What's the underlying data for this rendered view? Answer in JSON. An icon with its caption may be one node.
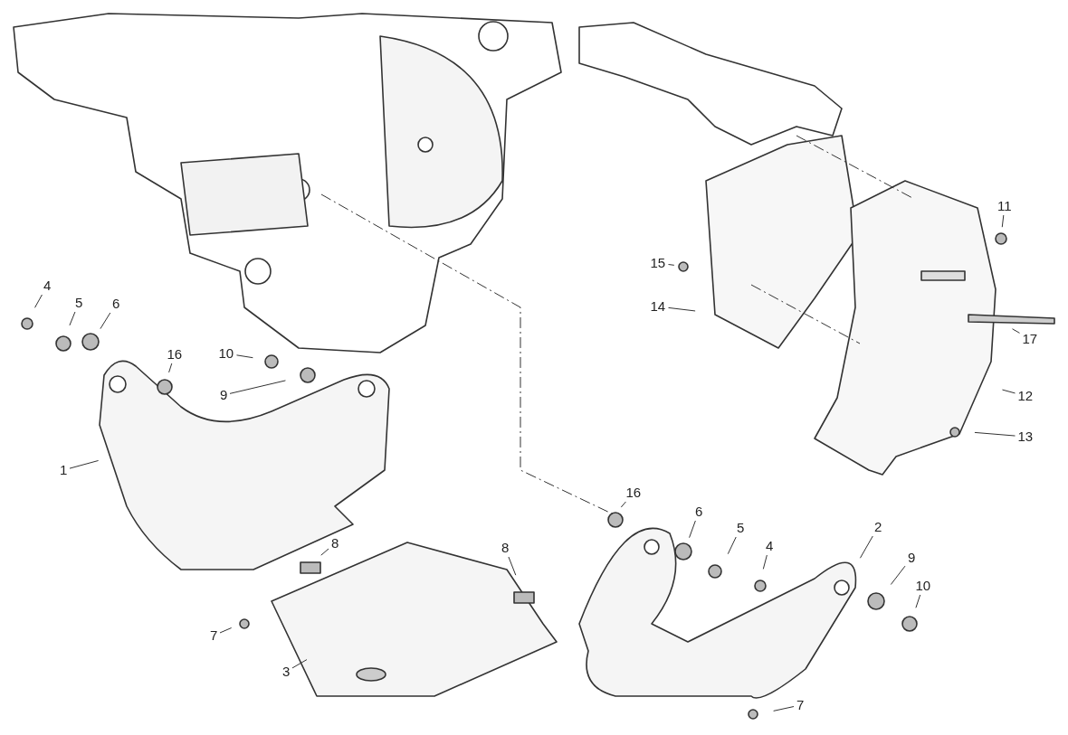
{
  "diagram": {
    "nodes": [
      {
        "text": [
          "11"
        ]
      },
      {
        "text": [
          "15"
        ]
      },
      {
        "text": [
          "4"
        ]
      },
      {
        "text": [
          "5"
        ]
      },
      {
        "text": [
          "6"
        ]
      },
      {
        "text": [
          "14"
        ]
      },
      {
        "text": [
          "17"
        ]
      },
      {
        "text": [
          "10"
        ]
      },
      {
        "text": [
          "16"
        ]
      },
      {
        "text": [
          "9"
        ]
      },
      {
        "text": [
          "12"
        ]
      },
      {
        "text": [
          "13"
        ]
      },
      {
        "text": [
          "1"
        ]
      },
      {
        "text": [
          "16"
        ]
      },
      {
        "text": [
          "2"
        ]
      },
      {
        "text": [
          "6"
        ]
      },
      {
        "text": [
          "5"
        ]
      },
      {
        "text": [
          "4"
        ]
      },
      {
        "text": [
          "8"
        ]
      },
      {
        "text": [
          "8"
        ]
      },
      {
        "text": [
          "9"
        ]
      },
      {
        "text": [
          "10"
        ]
      },
      {
        "text": [
          "7"
        ]
      },
      {
        "text": [
          "3"
        ]
      },
      {
        "text": [
          "7"
        ]
      }
    ],
    "edges": [
      {
        "from": 0,
        "to": null,
        "arrow": "none"
      },
      {
        "from": 1,
        "to": null,
        "arrow": "none"
      },
      {
        "from": 2,
        "to": null,
        "arrow": "none"
      },
      {
        "from": 3,
        "to": null,
        "arrow": "none"
      },
      {
        "from": 4,
        "to": null,
        "arrow": "none"
      },
      {
        "from": 5,
        "to": null,
        "arrow": "none"
      },
      {
        "from": 6,
        "to": null,
        "arrow": "none"
      },
      {
        "from": 7,
        "to": null,
        "arrow": "none"
      },
      {
        "from": 8,
        "to": null,
        "arrow": "none"
      },
      {
        "from": 9,
        "to": null,
        "arrow": "none"
      },
      {
        "from": 10,
        "to": null,
        "arrow": "none"
      },
      {
        "from": 11,
        "to": null,
        "arrow": "none"
      },
      {
        "from": 12,
        "to": null,
        "arrow": "none"
      },
      {
        "from": 13,
        "to": null,
        "arrow": "none"
      },
      {
        "from": 14,
        "to": null,
        "arrow": "none"
      },
      {
        "from": 15,
        "to": null,
        "arrow": "none"
      },
      {
        "from": 16,
        "to": null,
        "arrow": "none"
      },
      {
        "from": 17,
        "to": null,
        "arrow": "none"
      },
      {
        "from": 18,
        "to": null,
        "arrow": "none"
      },
      {
        "from": 19,
        "to": null,
        "arrow": "none"
      },
      {
        "from": 20,
        "to": null,
        "arrow": "none"
      },
      {
        "from": 21,
        "to": null,
        "arrow": "none"
      },
      {
        "from": 22,
        "to": null,
        "arrow": "none"
      },
      {
        "from": 23,
        "to": null,
        "arrow": "none"
      },
      {
        "from": 24,
        "to": null,
        "arrow": "none"
      }
    ]
  }
}
